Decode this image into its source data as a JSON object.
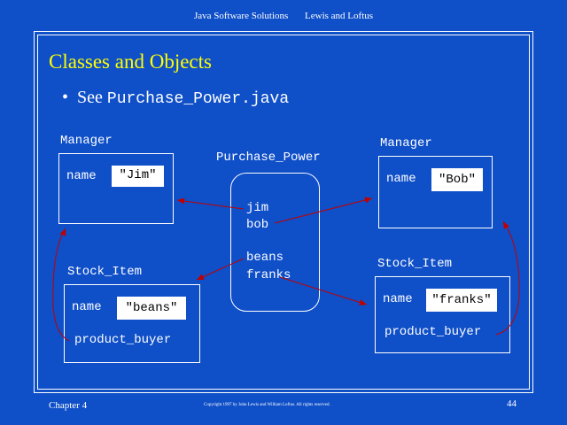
{
  "header": {
    "book": "Java Software Solutions",
    "authors": "Lewis and Loftus"
  },
  "slide": {
    "title": "Classes and Objects",
    "bullet_prefix": "See",
    "bullet_file": "Purchase_Power.java"
  },
  "diagram": {
    "manager_left": {
      "class": "Manager",
      "field": "name",
      "value": "\"Jim\""
    },
    "manager_right": {
      "class": "Manager",
      "field": "name",
      "value": "\"Bob\""
    },
    "purchase_power": {
      "class": "Purchase_Power",
      "refs": [
        "jim",
        "bob",
        "beans",
        "franks"
      ]
    },
    "stock_left": {
      "class": "Stock_Item",
      "field": "name",
      "value": "\"beans\"",
      "field2": "product_buyer"
    },
    "stock_right": {
      "class": "Stock_Item",
      "field": "name",
      "value": "\"franks\"",
      "field2": "product_buyer"
    },
    "arrow_color": "#c00000"
  },
  "footer": {
    "chapter": "Chapter 4",
    "copyright": "Copyright 1997 by John Lewis and William Loftus.  All rights reserved.",
    "page": "44"
  }
}
